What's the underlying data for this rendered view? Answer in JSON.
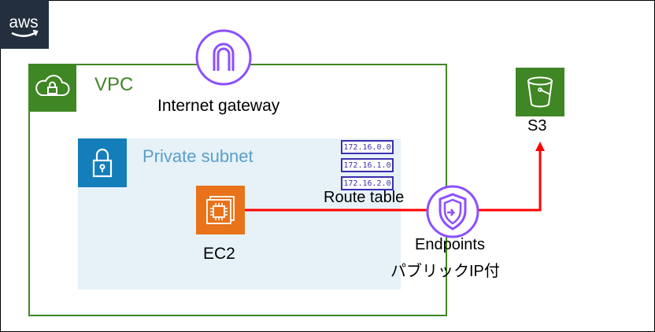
{
  "logo": {
    "text": "aws",
    "icon": "aws-logo"
  },
  "vpc": {
    "label": "VPC",
    "icon": "vpc-cloud-lock-icon",
    "color": "#3f8624"
  },
  "subnet": {
    "label": "Private subnet",
    "icon": "padlock-icon",
    "color": "#147eba"
  },
  "internet_gateway": {
    "label": "Internet gateway",
    "icon": "internet-gateway-icon",
    "color": "#8c4fff"
  },
  "ec2": {
    "label": "EC2",
    "icon": "ec2-chip-icon",
    "color": "#e8731b"
  },
  "route_table": {
    "label": "Route table",
    "entries": [
      "172.16.0.0",
      "172.16.1.0",
      "172.16.2.0"
    ],
    "color": "#3b2fb0"
  },
  "endpoints": {
    "label": "Endpoints",
    "sublabel": "パブリックIP付",
    "icon": "endpoint-shield-icon",
    "color": "#8c4fff"
  },
  "s3": {
    "label": "S3",
    "icon": "s3-bucket-icon",
    "color": "#3f8624"
  },
  "flow_color": "#ff0000"
}
